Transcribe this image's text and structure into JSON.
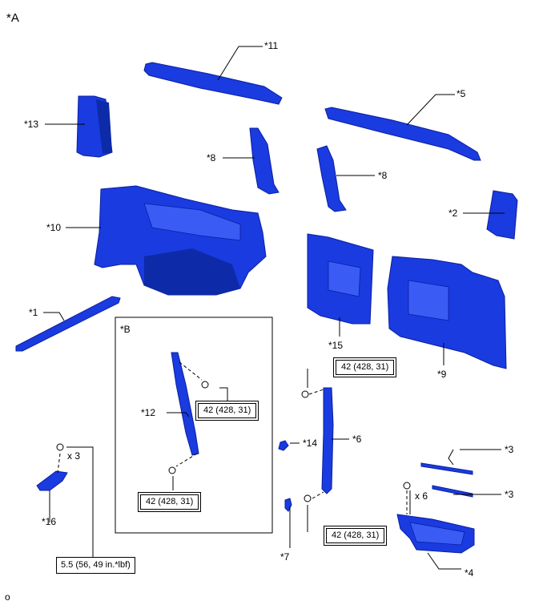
{
  "view_a_label": "*A",
  "view_b_label": "*B",
  "footer_mark": "o",
  "labels": {
    "p1": "*1",
    "p2": "*2",
    "p3a": "*3",
    "p3b": "*3",
    "p4": "*4",
    "p5": "*5",
    "p6": "*6",
    "p7": "*7",
    "p8a": "*8",
    "p8b": "*8",
    "p9": "*9",
    "p10": "*10",
    "p11": "*11",
    "p12": "*12",
    "p13": "*13",
    "p14": "*14",
    "p15": "*15",
    "p16": "*16"
  },
  "qty": {
    "clip_x3": "x 3",
    "bolt_x6": "x 6"
  },
  "torque": {
    "b_upper": "42 (428, 31)",
    "b_lower": "42 (428, 31)",
    "belt_upper": "42 (428, 31)",
    "belt_lower": "42 (428, 31)",
    "bracket": "5.5 (56, 49 in.*lbf)"
  },
  "colors": {
    "part_fill": "#1a3be0",
    "part_stroke": "#0a1f9e",
    "line": "#000000"
  }
}
